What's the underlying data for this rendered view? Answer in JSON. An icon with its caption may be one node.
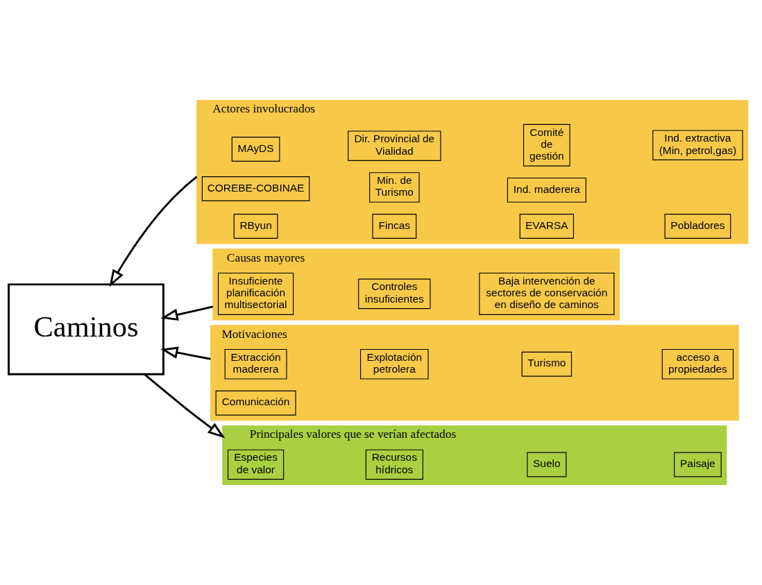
{
  "diagram": {
    "nodes": [
      {
        "text": [
          "Caminos"
        ]
      },
      {
        "text": [
          "Actores involucrados"
        ]
      },
      {
        "text": [
          "MAyDS"
        ],
        "in": 1
      },
      {
        "text": [
          "Dir. Provincial de Vialidad"
        ],
        "in": 1
      },
      {
        "text": [
          "Comité de gestión"
        ],
        "in": 1
      },
      {
        "text": [
          "Ind. extractiva (Min, petrol,gas)"
        ],
        "in": 1
      },
      {
        "text": [
          "COREBE-COBINAE"
        ],
        "in": 1
      },
      {
        "text": [
          "Ind. maderera"
        ],
        "in": 1
      },
      {
        "text": [
          "Min. de Turismo"
        ],
        "in": 1
      },
      {
        "text": [
          "RByun"
        ],
        "in": 1
      },
      {
        "text": [
          "Fincas"
        ],
        "in": 1
      },
      {
        "text": [
          "EVARSA"
        ],
        "in": 1
      },
      {
        "text": [
          "Pobladores"
        ],
        "in": 1
      },
      {
        "text": [
          "Causas mayores"
        ]
      },
      {
        "text": [
          "Insuficiente planificación multisectorial"
        ],
        "in": 13
      },
      {
        "text": [
          "Controles insuficientes"
        ],
        "in": 13
      },
      {
        "text": [
          "Baja intervención de sectores de conservación en diseño de caminos"
        ],
        "in": 13
      },
      {
        "text": [
          "Motivaciones"
        ]
      },
      {
        "text": [
          "Extracción maderera"
        ],
        "in": 17
      },
      {
        "text": [
          "Explotación petrolera"
        ],
        "in": 17
      },
      {
        "text": [
          "Turismo"
        ],
        "in": 17
      },
      {
        "text": [
          "acceso a propiedades"
        ],
        "in": 17
      },
      {
        "text": [
          "Comunicación"
        ],
        "in": 17
      },
      {
        "text": [
          "Principales valores que se verían afectados"
        ]
      },
      {
        "text": [
          "Especies de valor"
        ],
        "in": 23
      },
      {
        "text": [
          "Recursos hídricos"
        ],
        "in": 23
      },
      {
        "text": [
          "Suelo"
        ],
        "in": 23
      },
      {
        "text": [
          "Paisaje"
        ],
        "in": 23
      }
    ],
    "edges": [
      {
        "from": 1,
        "to": 0,
        "arrow": "to"
      },
      {
        "from": 13,
        "to": 0,
        "arrow": "to"
      },
      {
        "from": 17,
        "to": 0,
        "arrow": "to"
      },
      {
        "from": 0,
        "to": 23,
        "arrow": "to"
      }
    ]
  }
}
